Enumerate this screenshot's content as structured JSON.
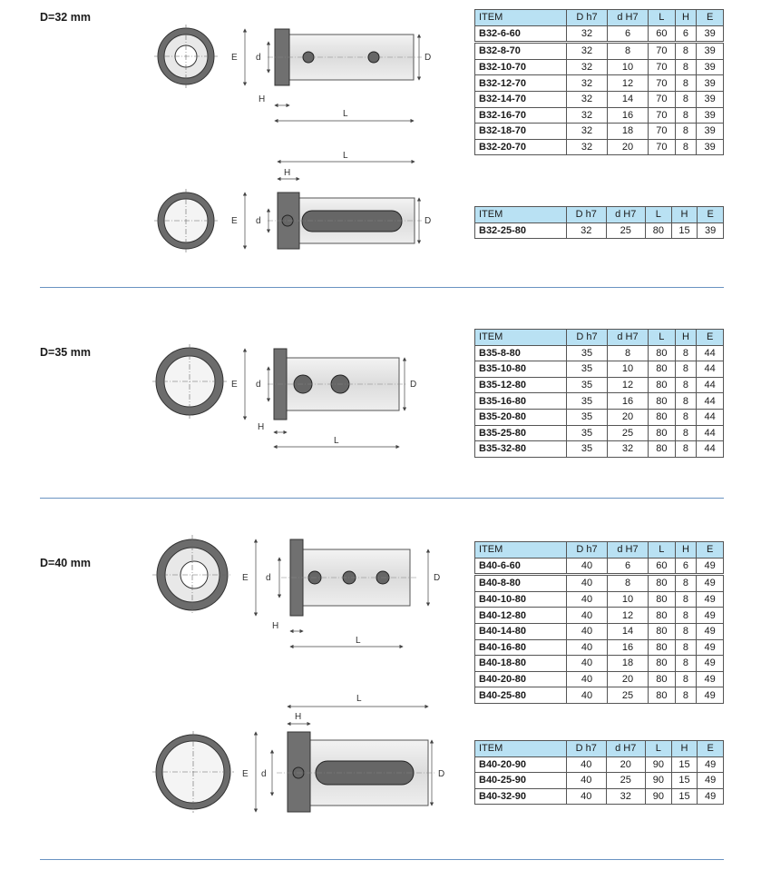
{
  "columns": [
    "ITEM",
    "D h7",
    "d H7",
    "L",
    "H",
    "E"
  ],
  "dimension_labels": {
    "E": "E",
    "d": "d",
    "D": "D",
    "H": "H",
    "L": "L"
  },
  "sections": [
    {
      "title": "D=32 mm",
      "tables": [
        {
          "rows": [
            [
              "B32-6-60",
              "32",
              "6",
              "60",
              "6",
              "39"
            ]
          ],
          "rows2": [
            [
              "B32-8-70",
              "32",
              "8",
              "70",
              "8",
              "39"
            ],
            [
              "B32-10-70",
              "32",
              "10",
              "70",
              "8",
              "39"
            ],
            [
              "B32-12-70",
              "32",
              "12",
              "70",
              "8",
              "39"
            ],
            [
              "B32-14-70",
              "32",
              "14",
              "70",
              "8",
              "39"
            ],
            [
              "B32-16-70",
              "32",
              "16",
              "70",
              "8",
              "39"
            ],
            [
              "B32-18-70",
              "32",
              "18",
              "70",
              "8",
              "39"
            ],
            [
              "B32-20-70",
              "32",
              "20",
              "70",
              "8",
              "39"
            ]
          ]
        },
        {
          "rows": [
            [
              "B32-25-80",
              "32",
              "25",
              "80",
              "15",
              "39"
            ]
          ],
          "rows2": []
        }
      ]
    },
    {
      "title": "D=35 mm",
      "tables": [
        {
          "rows": [
            [
              "B35-8-80",
              "35",
              "8",
              "80",
              "8",
              "44"
            ],
            [
              "B35-10-80",
              "35",
              "10",
              "80",
              "8",
              "44"
            ],
            [
              "B35-12-80",
              "35",
              "12",
              "80",
              "8",
              "44"
            ],
            [
              "B35-16-80",
              "35",
              "16",
              "80",
              "8",
              "44"
            ],
            [
              "B35-20-80",
              "35",
              "20",
              "80",
              "8",
              "44"
            ],
            [
              "B35-25-80",
              "35",
              "25",
              "80",
              "8",
              "44"
            ],
            [
              "B35-32-80",
              "35",
              "32",
              "80",
              "8",
              "44"
            ]
          ],
          "rows2": []
        }
      ]
    },
    {
      "title": "D=40 mm",
      "tables": [
        {
          "rows": [
            [
              "B40-6-60",
              "40",
              "6",
              "60",
              "6",
              "49"
            ]
          ],
          "rows2": [
            [
              "B40-8-80",
              "40",
              "8",
              "80",
              "8",
              "49"
            ],
            [
              "B40-10-80",
              "40",
              "10",
              "80",
              "8",
              "49"
            ],
            [
              "B40-12-80",
              "40",
              "12",
              "80",
              "8",
              "49"
            ],
            [
              "B40-14-80",
              "40",
              "14",
              "80",
              "8",
              "49"
            ],
            [
              "B40-16-80",
              "40",
              "16",
              "80",
              "8",
              "49"
            ],
            [
              "B40-18-80",
              "40",
              "18",
              "80",
              "8",
              "49"
            ],
            [
              "B40-20-80",
              "40",
              "20",
              "80",
              "8",
              "49"
            ],
            [
              "B40-25-80",
              "40",
              "25",
              "80",
              "8",
              "49"
            ]
          ]
        },
        {
          "rows": [
            [
              "B40-20-90",
              "40",
              "20",
              "90",
              "15",
              "49"
            ],
            [
              "B40-25-90",
              "40",
              "25",
              "90",
              "15",
              "49"
            ],
            [
              "B40-32-90",
              "40",
              "32",
              "90",
              "15",
              "49"
            ]
          ],
          "rows2": []
        }
      ]
    }
  ]
}
